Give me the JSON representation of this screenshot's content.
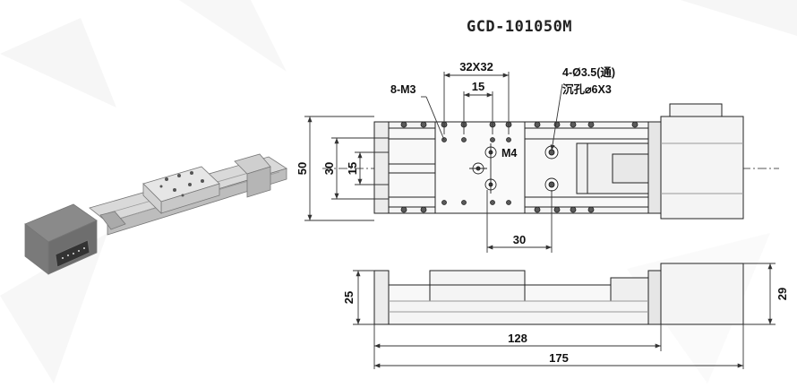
{
  "title": "GCD-101050M",
  "colors": {
    "line": "#222222",
    "dim": "#333333",
    "body": "#f2f2f2",
    "shade": "#e4e4e4",
    "hole": "#5a5a5a",
    "bgfacet": "#eeeeee"
  },
  "top_view": {
    "labels": {
      "m3": "8-M3",
      "m4": "M4",
      "thru_holes": "4-Ø3.5(通)",
      "counterbore": "沉孔⌀6X3"
    },
    "dimensions": {
      "pitch_32": "32X32",
      "pitch_15_top": "15",
      "height_50": "50",
      "height_30": "30",
      "height_15": "15",
      "width_30": "30"
    }
  },
  "side_view": {
    "dimensions": {
      "height_25": "25",
      "height_29": "29",
      "length_128": "128",
      "length_175": "175"
    }
  },
  "iso_view": {
    "icon": "linear-stage-render"
  }
}
